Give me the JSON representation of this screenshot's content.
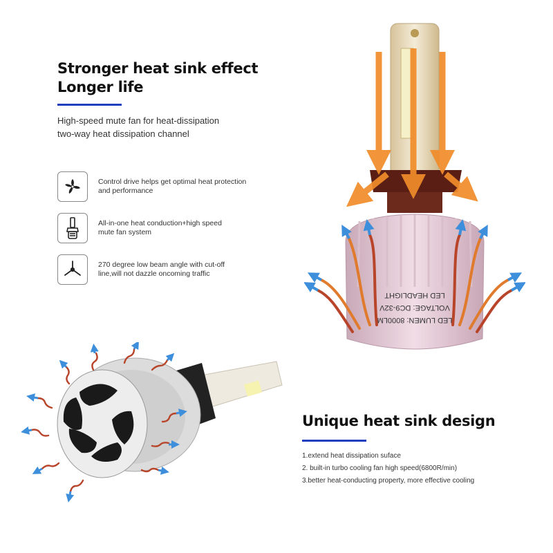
{
  "section_top": {
    "headline_lines": [
      "Stronger heat sink effect",
      "Longer life"
    ],
    "subtitle_lines": [
      "High-speed mute fan for heat-dissipation",
      "two-way heat dissipation channel"
    ]
  },
  "features": [
    {
      "icon": "fan-blades-icon",
      "lines": [
        "Control drive helps get optimal heat protection",
        "and performance"
      ]
    },
    {
      "icon": "bulb-conduction-icon",
      "lines": [
        "All-in-one heat conduction+high speed",
        "mute fan system"
      ]
    },
    {
      "icon": "beam-angle-icon",
      "lines": [
        "270 degree low beam angle with cut-off",
        "line,will not dazzle oncoming traffic"
      ]
    }
  ],
  "section_bottom": {
    "headline": "Unique heat sink design",
    "list": [
      "1.extend heat dissipation suface",
      "2. built-in turbo cooling fan high speed(6800R/min)",
      "3.better heat-conducting property, more effective cooling"
    ]
  },
  "product_label_lines": [
    "LED HEADLIGHT",
    "VOLTAGE: DC9-32V",
    "LED LUMEN: 8000LM"
  ],
  "colors": {
    "accent": "#1f3fbf",
    "heat_arrow": "#f08c2a",
    "cool_arrow": "#3d8fdc",
    "bulb_body": "#e8cbd6"
  }
}
